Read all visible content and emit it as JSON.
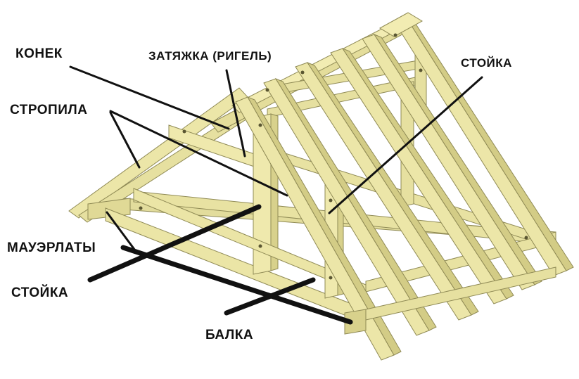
{
  "labels": {
    "konek": "КОНЕК",
    "zatyazhka": "ЗАТЯЖКА (РИГЕЛЬ)",
    "stoyka_right": "СТОЙКА",
    "stropila": "СТРОПИЛА",
    "mauerlaty": "МАУЭРЛАТЫ",
    "stoyka_left": "СТОЙКА",
    "balka": "БАЛКА"
  },
  "colors": {
    "wood_face": "#ece6a8",
    "wood_side": "#d6cf8a",
    "wood_edge": "#8f8a55",
    "pointer": "#111111"
  }
}
